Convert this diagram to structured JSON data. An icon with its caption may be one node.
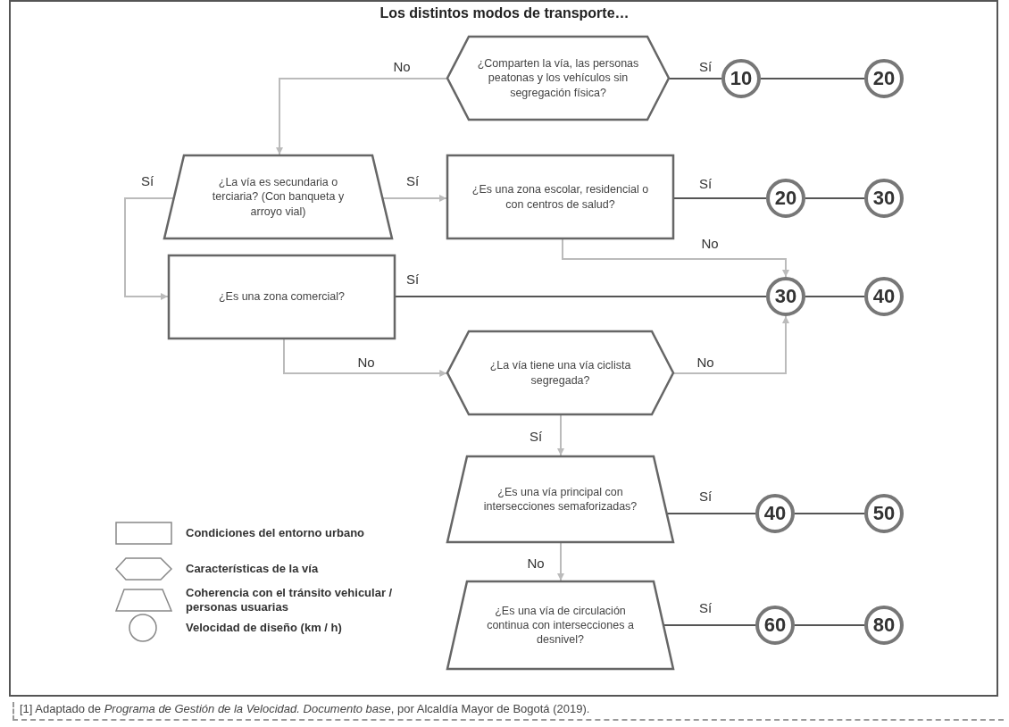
{
  "diagram": {
    "title": "Los distintos modos de transporte…",
    "nodes": [
      {
        "text": [
          "¿Comparten la vía, las personas peatonas y los vehículos sin segregación física?"
        ]
      },
      {
        "text": [
          "10"
        ]
      },
      {
        "text": [
          "20"
        ]
      },
      {
        "text": [
          "¿La vía es secundaria o terciaria? (Con banqueta y arroyo vial)"
        ]
      },
      {
        "text": [
          "¿Es una zona escolar, residencial o con centros de salud?"
        ]
      },
      {
        "text": [
          "20"
        ]
      },
      {
        "text": [
          "30"
        ]
      },
      {
        "text": [
          "¿Es una zona comercial?"
        ]
      },
      {
        "text": [
          "30"
        ]
      },
      {
        "text": [
          "40"
        ]
      },
      {
        "text": [
          "¿La vía tiene una vía ciclista segregada?"
        ]
      },
      {
        "text": [
          "¿Es una vía principal con intersecciones semaforizadas?"
        ]
      },
      {
        "text": [
          "40"
        ]
      },
      {
        "text": [
          "50"
        ]
      },
      {
        "text": [
          "¿Es una vía de circulación continua con intersecciones a desnivel?"
        ]
      },
      {
        "text": [
          "60"
        ]
      },
      {
        "text": [
          "80"
        ]
      }
    ],
    "edges": [
      {
        "from": 0,
        "to": 1,
        "arrow": "none",
        "label": "Sí"
      },
      {
        "from": 1,
        "to": 2,
        "arrow": "none"
      },
      {
        "from": 0,
        "to": 3,
        "arrow": "to",
        "label": "No",
        "color": "#bbbbbb"
      },
      {
        "from": 3,
        "to": 4,
        "arrow": "to",
        "label": "Sí",
        "color": "#bbbbbb"
      },
      {
        "from": 3,
        "to": 7,
        "arrow": "to",
        "label": "Sí",
        "color": "#bbbbbb"
      },
      {
        "from": 4,
        "to": 5,
        "arrow": "none",
        "label": "Sí"
      },
      {
        "from": 5,
        "to": 6,
        "arrow": "none"
      },
      {
        "from": 4,
        "to": 8,
        "arrow": "to",
        "label": "No",
        "color": "#bbbbbb"
      },
      {
        "from": 7,
        "to": 8,
        "arrow": "none",
        "label": "Sí"
      },
      {
        "from": 8,
        "to": 9,
        "arrow": "none"
      },
      {
        "from": 7,
        "to": 10,
        "arrow": "to",
        "label": "No",
        "color": "#bbbbbb"
      },
      {
        "from": 10,
        "to": 8,
        "arrow": "to",
        "label": "No",
        "color": "#bbbbbb"
      },
      {
        "from": 10,
        "to": 11,
        "arrow": "to",
        "label": "Sí",
        "color": "#bbbbbb"
      },
      {
        "from": 11,
        "to": 12,
        "arrow": "none",
        "label": "Sí"
      },
      {
        "from": 12,
        "to": 13,
        "arrow": "none"
      },
      {
        "from": 11,
        "to": 14,
        "arrow": "to",
        "label": "No",
        "color": "#bbbbbb"
      },
      {
        "from": 14,
        "to": 15,
        "arrow": "none",
        "label": "Sí"
      },
      {
        "from": 15,
        "to": 16,
        "arrow": "none"
      }
    ],
    "legend": [
      {
        "text": "Condiciones del entorno urbano"
      },
      {
        "text": "Características de la vía"
      },
      {
        "text": "Coherencia con el tránsito vehicular / personas usuarias"
      },
      {
        "text": "Velocidad de diseño (km / h)"
      }
    ],
    "caption": "[1] Adaptado de *Programa de Gestión de la Velocidad. Documento base*, por Alcaldía Mayor de Bogotá (2019)."
  }
}
